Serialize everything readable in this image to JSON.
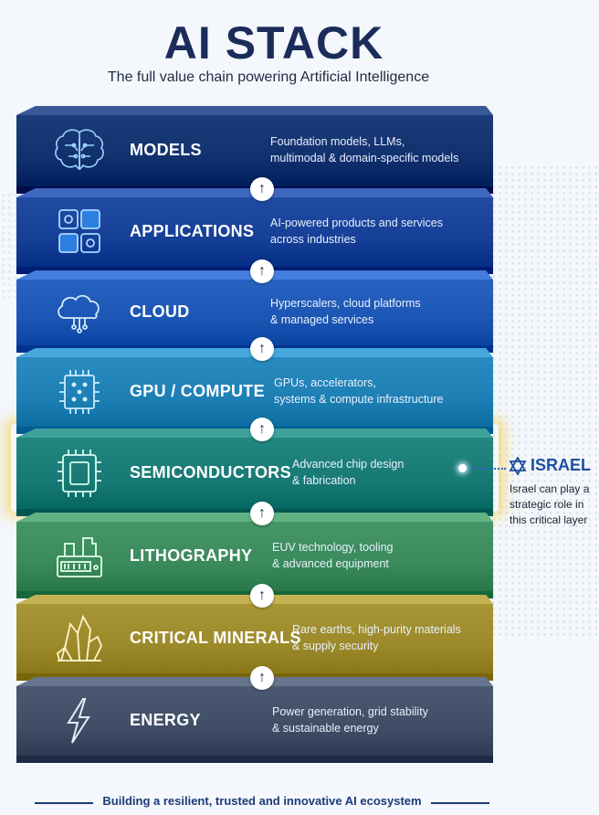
{
  "title": "AI STACK",
  "subtitle": "The full value chain powering Artificial Intelligence",
  "layers": [
    {
      "name": "MODELS",
      "desc1": "Foundation models, LLMs,",
      "desc2": "multimodal & domain-specific models",
      "icon": "brain-icon",
      "color": "#11306e"
    },
    {
      "name": "APPLICATIONS",
      "desc1": "AI-powered products and services",
      "desc2": "across industries",
      "icon": "app-grid-icon",
      "color": "#163f97"
    },
    {
      "name": "CLOUD",
      "desc1": "Hyperscalers, cloud platforms",
      "desc2": "& managed services",
      "icon": "cloud-icon",
      "color": "#1c56b4"
    },
    {
      "name": "GPU / COMPUTE",
      "desc1": "GPUs, accelerators,",
      "desc2": "systems & compute infrastructure",
      "icon": "gpu-chip-icon",
      "color": "#1d7fb4"
    },
    {
      "name": "SEMICONDUCTORS",
      "desc1": "Advanced chip design",
      "desc2": "& fabrication",
      "icon": "semiconductor-chip-icon",
      "color": "#187a74"
    },
    {
      "name": "LITHOGRAPHY",
      "desc1": "EUV technology, tooling",
      "desc2": "& advanced equipment",
      "icon": "lithography-machine-icon",
      "color": "#3a8a5c"
    },
    {
      "name": "CRITICAL MINERALS",
      "desc1": "Rare earths, high-purity materials",
      "desc2": "& supply security",
      "icon": "crystal-icon",
      "color": "#9c8a2a"
    },
    {
      "name": "ENERGY",
      "desc1": "Power generation, grid stability",
      "desc2": "& sustainable energy",
      "icon": "lightning-icon",
      "color": "#3f4d66"
    }
  ],
  "callout": {
    "label": "ISRAEL",
    "icon": "star-of-david-icon",
    "note1": "Israel can play a",
    "note2": "strategic role in",
    "note3": "this critical layer"
  },
  "footer": "Building a resilient, trusted and innovative AI ecosystem"
}
